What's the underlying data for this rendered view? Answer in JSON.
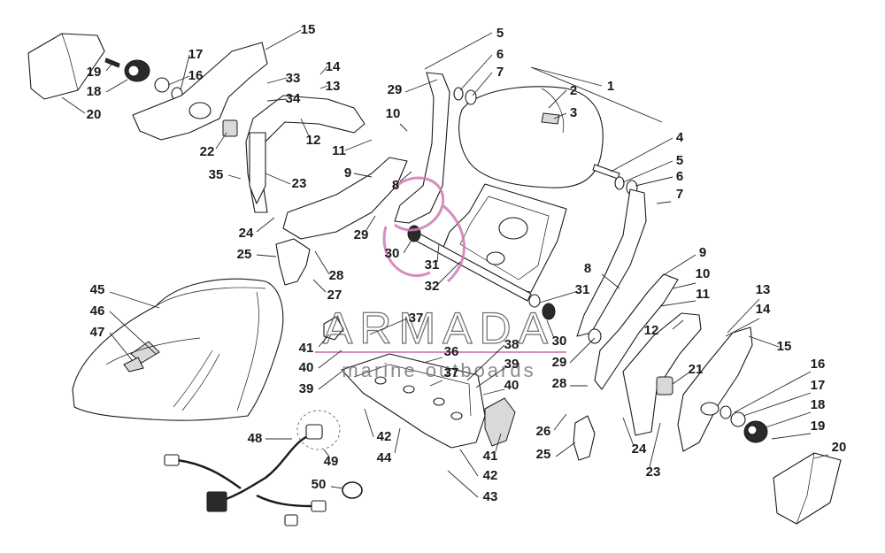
{
  "watermark": {
    "brand": "ARMADA",
    "tagline": "marine outboards",
    "accent_color": "#d07ab4"
  },
  "callouts": [
    {
      "id": "c1",
      "text": "1"
    },
    {
      "id": "c2",
      "text": "2"
    },
    {
      "id": "c3",
      "text": "3"
    },
    {
      "id": "c4",
      "text": "4"
    },
    {
      "id": "c5a",
      "text": "5"
    },
    {
      "id": "c5b",
      "text": "5"
    },
    {
      "id": "c6a",
      "text": "6"
    },
    {
      "id": "c6b",
      "text": "6"
    },
    {
      "id": "c7a",
      "text": "7"
    },
    {
      "id": "c7b",
      "text": "7"
    },
    {
      "id": "c8a",
      "text": "8"
    },
    {
      "id": "c8b",
      "text": "8"
    },
    {
      "id": "c9a",
      "text": "9"
    },
    {
      "id": "c9b",
      "text": "9"
    },
    {
      "id": "c10a",
      "text": "10"
    },
    {
      "id": "c10b",
      "text": "10"
    },
    {
      "id": "c11a",
      "text": "11"
    },
    {
      "id": "c11b",
      "text": "11"
    },
    {
      "id": "c12a",
      "text": "12"
    },
    {
      "id": "c12b",
      "text": "12"
    },
    {
      "id": "c13a",
      "text": "13"
    },
    {
      "id": "c13b",
      "text": "13"
    },
    {
      "id": "c14a",
      "text": "14"
    },
    {
      "id": "c14b",
      "text": "14"
    },
    {
      "id": "c15a",
      "text": "15"
    },
    {
      "id": "c15b",
      "text": "15"
    },
    {
      "id": "c16a",
      "text": "16"
    },
    {
      "id": "c16b",
      "text": "16"
    },
    {
      "id": "c17a",
      "text": "17"
    },
    {
      "id": "c17b",
      "text": "17"
    },
    {
      "id": "c18a",
      "text": "18"
    },
    {
      "id": "c18b",
      "text": "18"
    },
    {
      "id": "c19a",
      "text": "19"
    },
    {
      "id": "c19b",
      "text": "19"
    },
    {
      "id": "c20a",
      "text": "20"
    },
    {
      "id": "c20b",
      "text": "20"
    },
    {
      "id": "c21",
      "text": "21"
    },
    {
      "id": "c22",
      "text": "22"
    },
    {
      "id": "c23a",
      "text": "23"
    },
    {
      "id": "c23b",
      "text": "23"
    },
    {
      "id": "c24a",
      "text": "24"
    },
    {
      "id": "c24b",
      "text": "24"
    },
    {
      "id": "c25a",
      "text": "25"
    },
    {
      "id": "c25b",
      "text": "25"
    },
    {
      "id": "c26",
      "text": "26"
    },
    {
      "id": "c27",
      "text": "27"
    },
    {
      "id": "c28a",
      "text": "28"
    },
    {
      "id": "c28b",
      "text": "28"
    },
    {
      "id": "c29a",
      "text": "29"
    },
    {
      "id": "c29b",
      "text": "29"
    },
    {
      "id": "c29c",
      "text": "29"
    },
    {
      "id": "c30a",
      "text": "30"
    },
    {
      "id": "c30b",
      "text": "30"
    },
    {
      "id": "c31a",
      "text": "31"
    },
    {
      "id": "c31b",
      "text": "31"
    },
    {
      "id": "c32",
      "text": "32"
    },
    {
      "id": "c33",
      "text": "33"
    },
    {
      "id": "c34",
      "text": "34"
    },
    {
      "id": "c35",
      "text": "35"
    },
    {
      "id": "c36",
      "text": "36"
    },
    {
      "id": "c37a",
      "text": "37"
    },
    {
      "id": "c37b",
      "text": "37"
    },
    {
      "id": "c38",
      "text": "38"
    },
    {
      "id": "c39a",
      "text": "39"
    },
    {
      "id": "c39b",
      "text": "39"
    },
    {
      "id": "c40a",
      "text": "40"
    },
    {
      "id": "c40b",
      "text": "40"
    },
    {
      "id": "c41a",
      "text": "41"
    },
    {
      "id": "c41b",
      "text": "41"
    },
    {
      "id": "c42a",
      "text": "42"
    },
    {
      "id": "c42b",
      "text": "42"
    },
    {
      "id": "c43",
      "text": "43"
    },
    {
      "id": "c44",
      "text": "44"
    },
    {
      "id": "c45",
      "text": "45"
    },
    {
      "id": "c46",
      "text": "46"
    },
    {
      "id": "c47",
      "text": "47"
    },
    {
      "id": "c48",
      "text": "48"
    },
    {
      "id": "c49",
      "text": "49"
    },
    {
      "id": "c50",
      "text": "50"
    }
  ]
}
